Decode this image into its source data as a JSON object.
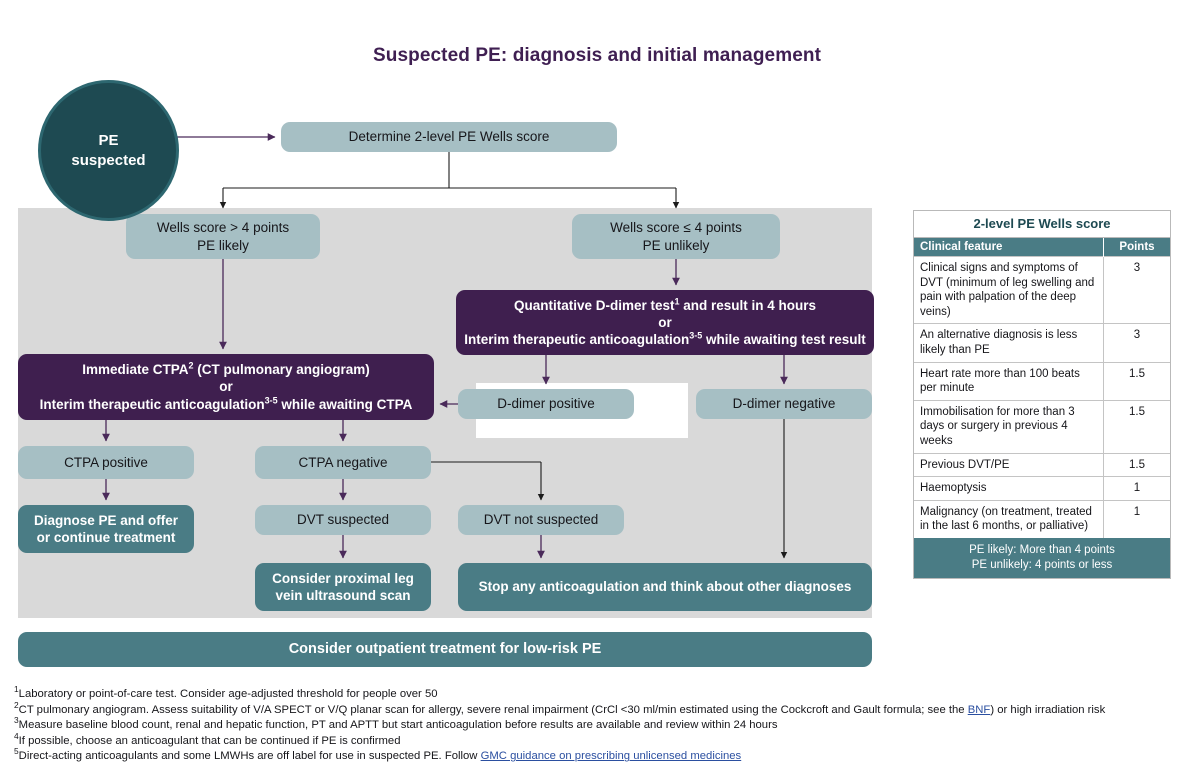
{
  "page": {
    "title": "Suspected PE: diagnosis and initial management"
  },
  "colors": {
    "title_purple": "#3f1f52",
    "circle_teal": "#1e4a52",
    "node_blue": "#a6bfc4",
    "node_purple": "#3f1f4f",
    "node_teal": "#4a7c85",
    "panel_gray": "#d9d9d9",
    "connector": "#4a2a5a",
    "link_blue": "#2b4fa0"
  },
  "flow": {
    "start": "PE\nsuspected",
    "start_line1": "PE",
    "start_line2": "suspected",
    "determine": "Determine 2-level PE Wells score",
    "wells_likely_l1": "Wells score > 4 points",
    "wells_likely_l2": "PE likely",
    "wells_unlikely_l1": "Wells score ≤ 4 points",
    "wells_unlikely_l2": "PE unlikely",
    "ddimer_test_l1a": "Quantitative D-dimer test",
    "ddimer_test_sup1": "1",
    "ddimer_test_l1b": " and result in 4 hours",
    "or": "or",
    "ddimer_test_l3a": "Interim therapeutic anticoagulation",
    "ddimer_test_sup2": "3-5",
    "ddimer_test_l3b": " while awaiting test result",
    "immediate_ctpa_l1a": "Immediate CTPA",
    "immediate_ctpa_sup": "2",
    "immediate_ctpa_l1b": " (CT pulmonary angiogram)",
    "immediate_ctpa_l3a": "Interim therapeutic anticoagulation",
    "immediate_ctpa_sup2": "3-5",
    "immediate_ctpa_l3b": " while awaiting CTPA",
    "ddimer_positive": "D-dimer positive",
    "ddimer_negative": "D-dimer negative",
    "ctpa_positive": "CTPA positive",
    "ctpa_negative": "CTPA negative",
    "diagnose_pe_l1": "Diagnose PE and offer",
    "diagnose_pe_l2": "or continue treatment",
    "dvt_suspected": "DVT suspected",
    "dvt_not_suspected": "DVT not suspected",
    "proximal_l1": "Consider proximal leg",
    "proximal_l2": "vein ultrasound scan",
    "stop_anticoagulation": "Stop any anticoagulation and think about other diagnoses",
    "outpatient": "Consider outpatient treatment for low-risk PE"
  },
  "wells_table": {
    "title": "2-level PE Wells score",
    "headers": [
      "Clinical feature",
      "Points"
    ],
    "rows": [
      {
        "feature": "Clinical signs and symptoms of DVT (minimum of leg swelling and pain with palpation of the deep veins)",
        "points": "3"
      },
      {
        "feature": "An alternative diagnosis is less likely than PE",
        "points": "3"
      },
      {
        "feature": "Heart rate more than 100 beats per minute",
        "points": "1.5"
      },
      {
        "feature": "Immobilisation for more than 3 days or surgery in previous 4 weeks",
        "points": "1.5"
      },
      {
        "feature": "Previous DVT/PE",
        "points": "1.5"
      },
      {
        "feature": "Haemoptysis",
        "points": "1"
      },
      {
        "feature": "Malignancy (on treatment, treated in the last 6 months, or palliative)",
        "points": "1"
      }
    ],
    "footer_line1": "PE likely: More than 4 points",
    "footer_line2": "PE unlikely: 4 points or less"
  },
  "footnotes": {
    "f1_num": "1",
    "f1_text": "Laboratory or point-of-care test. Consider age-adjusted threshold for people over 50",
    "f2_num": "2",
    "f2_text_a": "CT pulmonary angiogram. Assess suitability of V/A SPECT or V/Q planar scan for allergy, severe renal impairment (CrCl <30 ml/min estimated using the Cockcroft and Gault formula; see the ",
    "f2_link": "BNF",
    "f2_text_b": ") or high irradiation risk",
    "f3_num": "3",
    "f3_text": "Measure baseline blood count, renal and hepatic function, PT and APTT but start anticoagulation before results are available and review within 24 hours",
    "f4_num": "4",
    "f4_text": "If possible, choose an anticoagulant that can be continued if PE is confirmed",
    "f5_num": "5",
    "f5_text_a": "Direct-acting anticoagulants and some LMWHs are off label for use in suspected PE. Follow ",
    "f5_link": "GMC guidance on prescribing unlicensed medicines"
  }
}
